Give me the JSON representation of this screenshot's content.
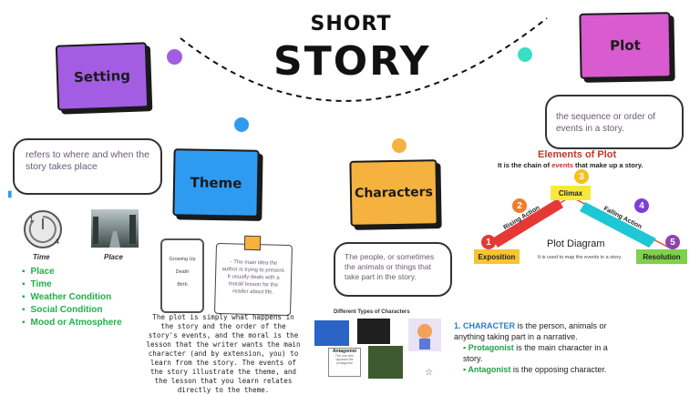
{
  "title": {
    "line1": "SHORT",
    "line2": "STORY"
  },
  "setting": {
    "label": "Setting",
    "definition": "refers to where and when the story takes place",
    "image_time_caption": "Time",
    "image_place_caption": "Place",
    "bullets": [
      "Place",
      "Time",
      "Weather Condition",
      "Social Condition",
      "Mood or Atmosphere"
    ]
  },
  "theme": {
    "label": "Theme",
    "phone_items": [
      "Growing Up",
      "Death",
      "Birth"
    ],
    "note": "- The main idea the author is trying to present. It usually deals with a moral/ lesson for the reader about life.",
    "paragraph": "The plot is simply what happens in the story and the order of the story's events, and the moral is the lesson that the writer wants the main character (and by extension, you) to learn from the story. The events of the story illustrate the theme, and the lesson that you learn relates directly to the theme."
  },
  "characters": {
    "label": "Characters",
    "definition": "The people, or sometimes the animals or things that take part in the story.",
    "types_title": "Different Types of Characters",
    "antagonist_card_title": "Antagonist",
    "antagonist_card_text": "The one who opposes the protagonist",
    "item1_prefix": "1. CHARACTER",
    "item1_text": " is the person, animals or anything taking part in a narrative.",
    "protagonist_term": "Protagonist",
    "protagonist_text": " is the main character in a story.",
    "antagonist_term": "Antagonist",
    "antagonist_text": " is the opposing character."
  },
  "plot": {
    "label": "Plot",
    "definition": "the sequence or order of events in a story.",
    "elements_title": "Elements of Plot",
    "chain_prefix": "It is the chain of ",
    "chain_highlight": "events",
    "chain_suffix": " that make up a story.",
    "diagram_title": "Plot Diagram",
    "diagram_sub": "It is used to map the events in a story.",
    "stages": [
      {
        "num": "1",
        "label": "Exposition"
      },
      {
        "num": "2",
        "label": "Rising Action"
      },
      {
        "num": "3",
        "label": "Climax"
      },
      {
        "num": "4",
        "label": "Falling Action"
      },
      {
        "num": "5",
        "label": "Resolution"
      }
    ]
  },
  "colors": {
    "setting": "#a35de3",
    "theme": "#2f9bf0",
    "characters": "#f6b23e",
    "plot": "#d85bd0",
    "bullet_green": "#21b04b"
  }
}
